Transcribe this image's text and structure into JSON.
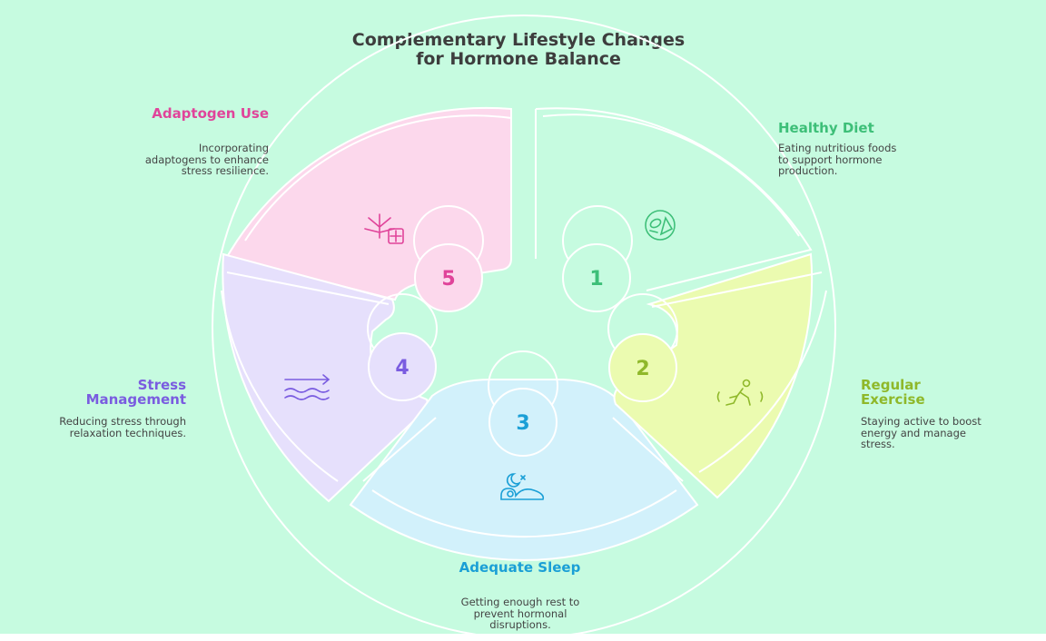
{
  "title": "Complementary Lifestyle Changes for Hormone Balance",
  "items": [
    {
      "number": "1",
      "label": "Healthy Diet",
      "description": "Eating nutritious foods to support hormone production.",
      "color": "#3dbf78",
      "fill": "#c6fbe0",
      "icon": "vegetables-icon"
    },
    {
      "number": "2",
      "label": "Regular Exercise",
      "description": "Staying active to boost energy and manage stress.",
      "color": "#8fb82a",
      "fill": "#ebfbb0",
      "icon": "running-person-icon"
    },
    {
      "number": "3",
      "label": "Adequate Sleep",
      "description": "Getting enough rest to prevent hormonal disruptions.",
      "color": "#1a9fd6",
      "fill": "#d2f1fb",
      "icon": "sleeping-person-icon"
    },
    {
      "number": "4",
      "label": "Stress Management",
      "description": "Reducing stress through relaxation techniques.",
      "color": "#7a5ce0",
      "fill": "#e6e0fc",
      "icon": "calm-water-icon"
    },
    {
      "number": "5",
      "label": "Adaptogen Use",
      "description": "Incorporating adaptogens to enhance stress resilience.",
      "color": "#e0449a",
      "fill": "#fcd8ec",
      "icon": "herb-plus-icon"
    }
  ]
}
